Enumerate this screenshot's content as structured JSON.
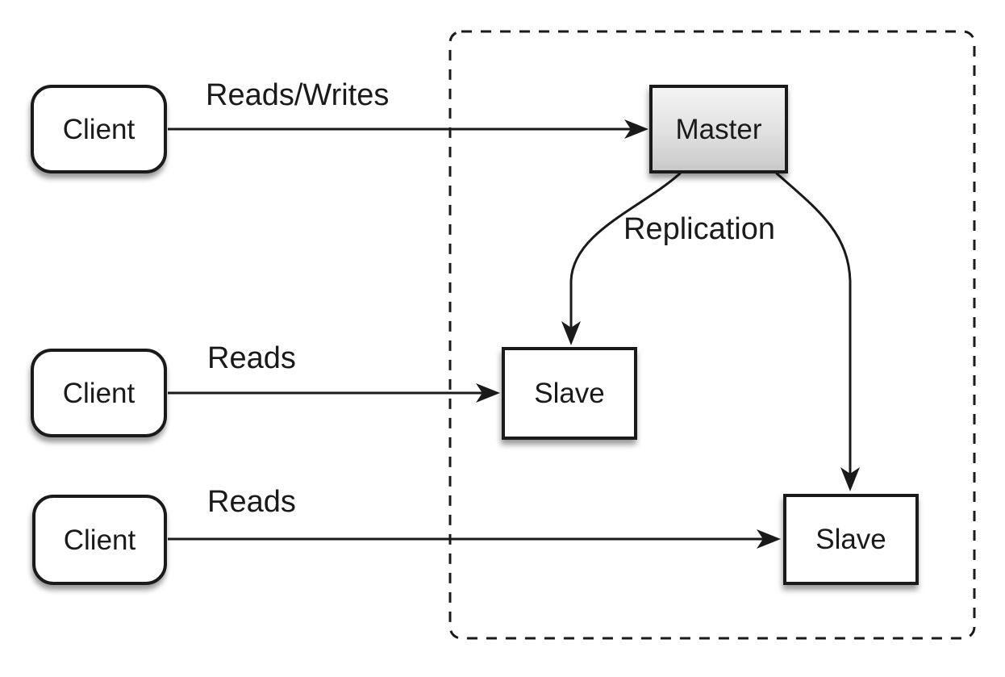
{
  "diagram": {
    "clients": [
      {
        "label": "Client"
      },
      {
        "label": "Client"
      },
      {
        "label": "Client"
      }
    ],
    "master": {
      "label": "Master"
    },
    "slaves": [
      {
        "label": "Slave"
      },
      {
        "label": "Slave"
      }
    ],
    "edge_labels": {
      "reads_writes": "Reads/Writes",
      "reads_middle": "Reads",
      "reads_bottom": "Reads",
      "replication": "Replication"
    },
    "colors": {
      "line": "#1a1a1a",
      "box_border": "#1a1a1a",
      "box_fill": "#ffffff",
      "master_fill_top": "#f4f4f4",
      "master_fill_bottom": "#c9c9c9",
      "background": "#ffffff"
    }
  }
}
